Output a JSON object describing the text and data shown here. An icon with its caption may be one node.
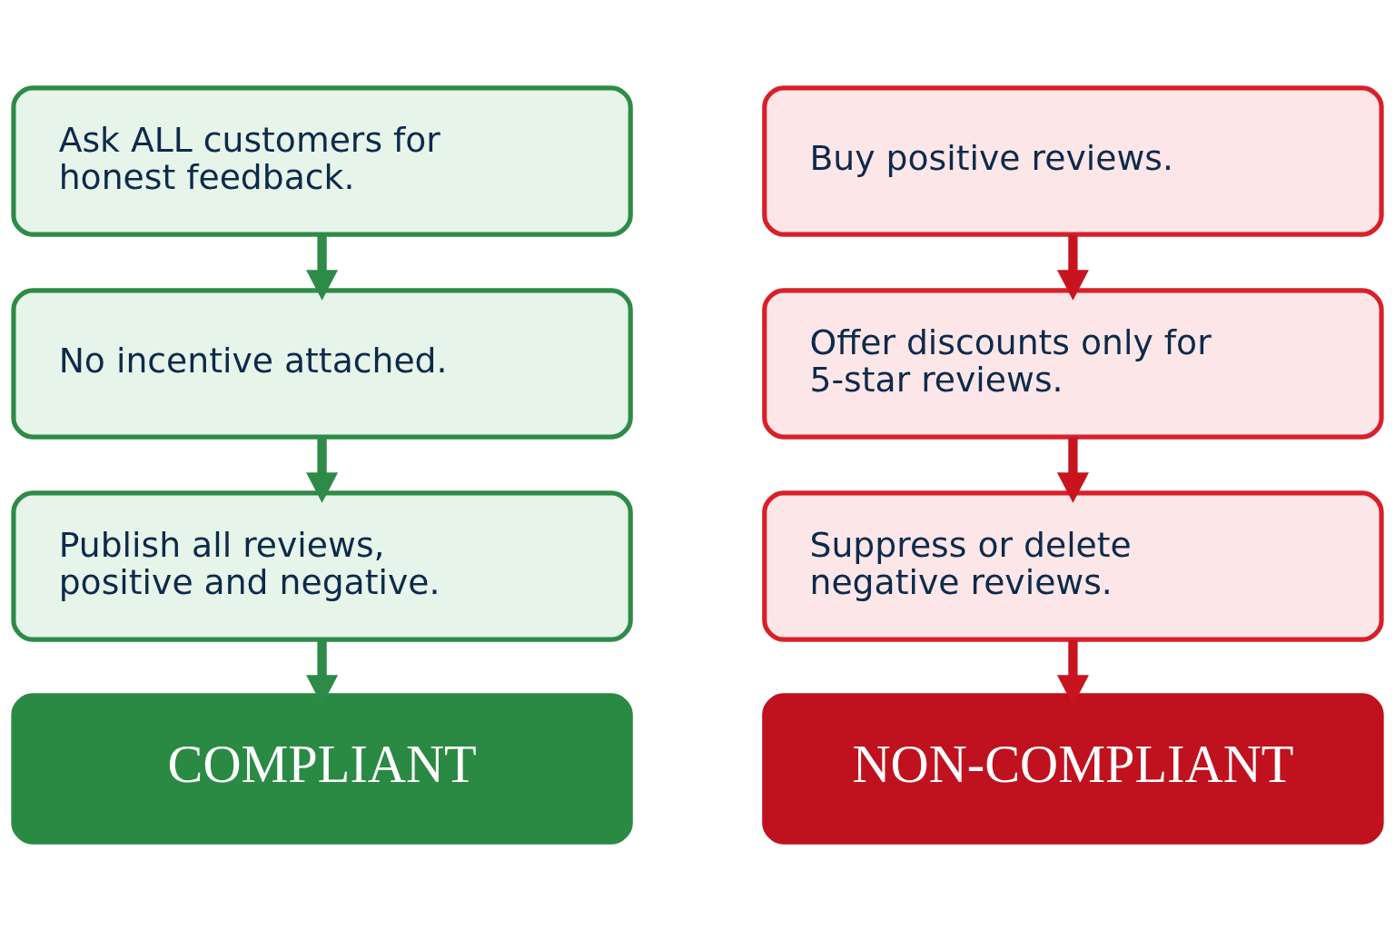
{
  "diagram": {
    "nodes": [
      {
        "text": [
          "Ask ALL customers for honest feedback."
        ]
      },
      {
        "text": [
          "No incentive attached."
        ]
      },
      {
        "text": [
          "Publish all reviews, positive and negative."
        ]
      },
      {
        "text": [
          "COMPLIANT"
        ]
      },
      {
        "text": [
          "Buy positive reviews."
        ]
      },
      {
        "text": [
          "Offer discounts only for 5-star reviews."
        ]
      },
      {
        "text": [
          "Suppress or delete negative reviews."
        ]
      },
      {
        "text": [
          "NON-COMPLIANT"
        ]
      }
    ],
    "edges": [
      {
        "from": 0,
        "to": 1,
        "arrow": "to",
        "color": "#2e8b47"
      },
      {
        "from": 1,
        "to": 2,
        "arrow": "to",
        "color": "#2e8b47"
      },
      {
        "from": 2,
        "to": 3,
        "arrow": "to",
        "color": "#2e8b47"
      },
      {
        "from": 4,
        "to": 5,
        "arrow": "to",
        "color": "#c8141e"
      },
      {
        "from": 5,
        "to": 6,
        "arrow": "to",
        "color": "#c8141e"
      },
      {
        "from": 6,
        "to": 7,
        "arrow": "to",
        "color": "#c8141e"
      }
    ]
  }
}
